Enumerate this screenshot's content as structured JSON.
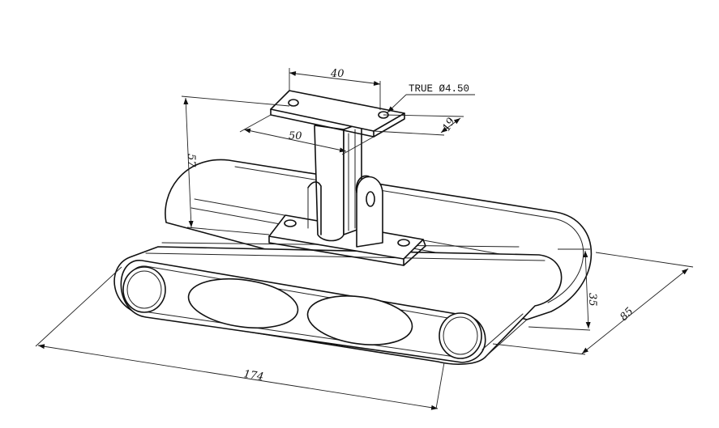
{
  "dimensions": {
    "plate_width": "40",
    "plate_depth": "50",
    "plate_thickness": "19",
    "height_total": "57",
    "track_height": "35",
    "track_width": "85",
    "track_length": "174"
  },
  "hole_note": "TRUE Ø4.50"
}
